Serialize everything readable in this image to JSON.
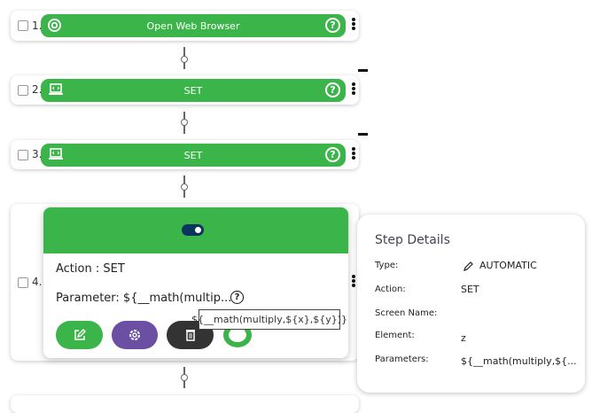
{
  "steps": [
    {
      "number": "1.",
      "label": "Open Web Browser",
      "icon": "chrome-icon"
    },
    {
      "number": "2.",
      "label": "SET",
      "icon": "laptop-code-icon"
    },
    {
      "number": "3.",
      "label": "SET",
      "icon": "laptop-code-icon"
    },
    {
      "number": "4."
    }
  ],
  "popup": {
    "action": "Action : SET",
    "parameter": "Parameter: ${__math(multip...",
    "tooltip": "${__math(multiply,${x},${y})}"
  },
  "details": {
    "title": "Step Details",
    "type_label": "Type:",
    "type_value": "AUTOMATIC",
    "action_label": "Action:",
    "action_value": "SET",
    "screen_label": "Screen Name:",
    "element_label": "Element:",
    "element_value": "z",
    "params_label": "Parameters:",
    "params_value": "${__math(multiply,${..."
  },
  "colors": {
    "green": "#3bb54a",
    "purple": "#6a4fa3",
    "dark": "#333333",
    "toggle": "#0b3560"
  }
}
